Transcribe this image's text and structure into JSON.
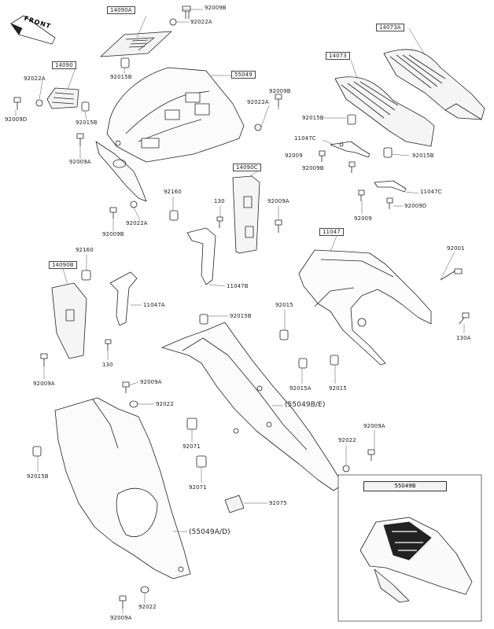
{
  "diagram": {
    "direction_marker": "FRONT",
    "inset_title": "55049B",
    "labels": {
      "p14090A": "14090A",
      "p92009B_top": "92009B",
      "p92022A_top": "92022A",
      "p92015B_top": "92015B",
      "p14073A": "14073A",
      "p14073": "14073",
      "p14090": "14090",
      "p92022A_left": "92022A",
      "p92009D_left": "92009D",
      "p92015B_left": "92015B",
      "p55049": "55049",
      "p92009B_mid": "92009B",
      "p92022A_mid": "92022A",
      "p92015B_mid": "92015B",
      "p11047C_a": "11047C",
      "p92009_a": "92009",
      "p92009B_b": "92009B",
      "p92015B_right": "92015B",
      "p92009A_left": "92009A",
      "p14090C": "14090C",
      "p92160_a": "92160",
      "p130_a": "130",
      "p92009A_mid": "92009A",
      "p11047C_b": "11047C",
      "p92009_b": "92009",
      "p92009D_right": "92009D",
      "p92009B_left2": "92009B",
      "p92022A_left2": "92022A",
      "p11047": "11047",
      "p92001": "92001",
      "p14090B": "14090B",
      "p92160_b": "92160",
      "p11047B": "11047B",
      "p11047A": "11047A",
      "p92015_a": "92015",
      "p92015B_center": "92015B",
      "p130A": "130A",
      "p130_b": "130",
      "p92009A_b": "92009A",
      "p92015A": "92015A",
      "p92015_b": "92015",
      "p92009A_c": "92009A",
      "p92022_a": "92022",
      "p55049BE": "(55049B/E)",
      "p92071_a": "92071",
      "p92022_b": "92022",
      "p92009A_d": "92009A",
      "p92015B_low": "92015B",
      "p92071_b": "92071",
      "p92075": "92075",
      "p55049AD": "(55049A/D)",
      "p92022_c": "92022",
      "p92009A_e": "92009A"
    }
  }
}
